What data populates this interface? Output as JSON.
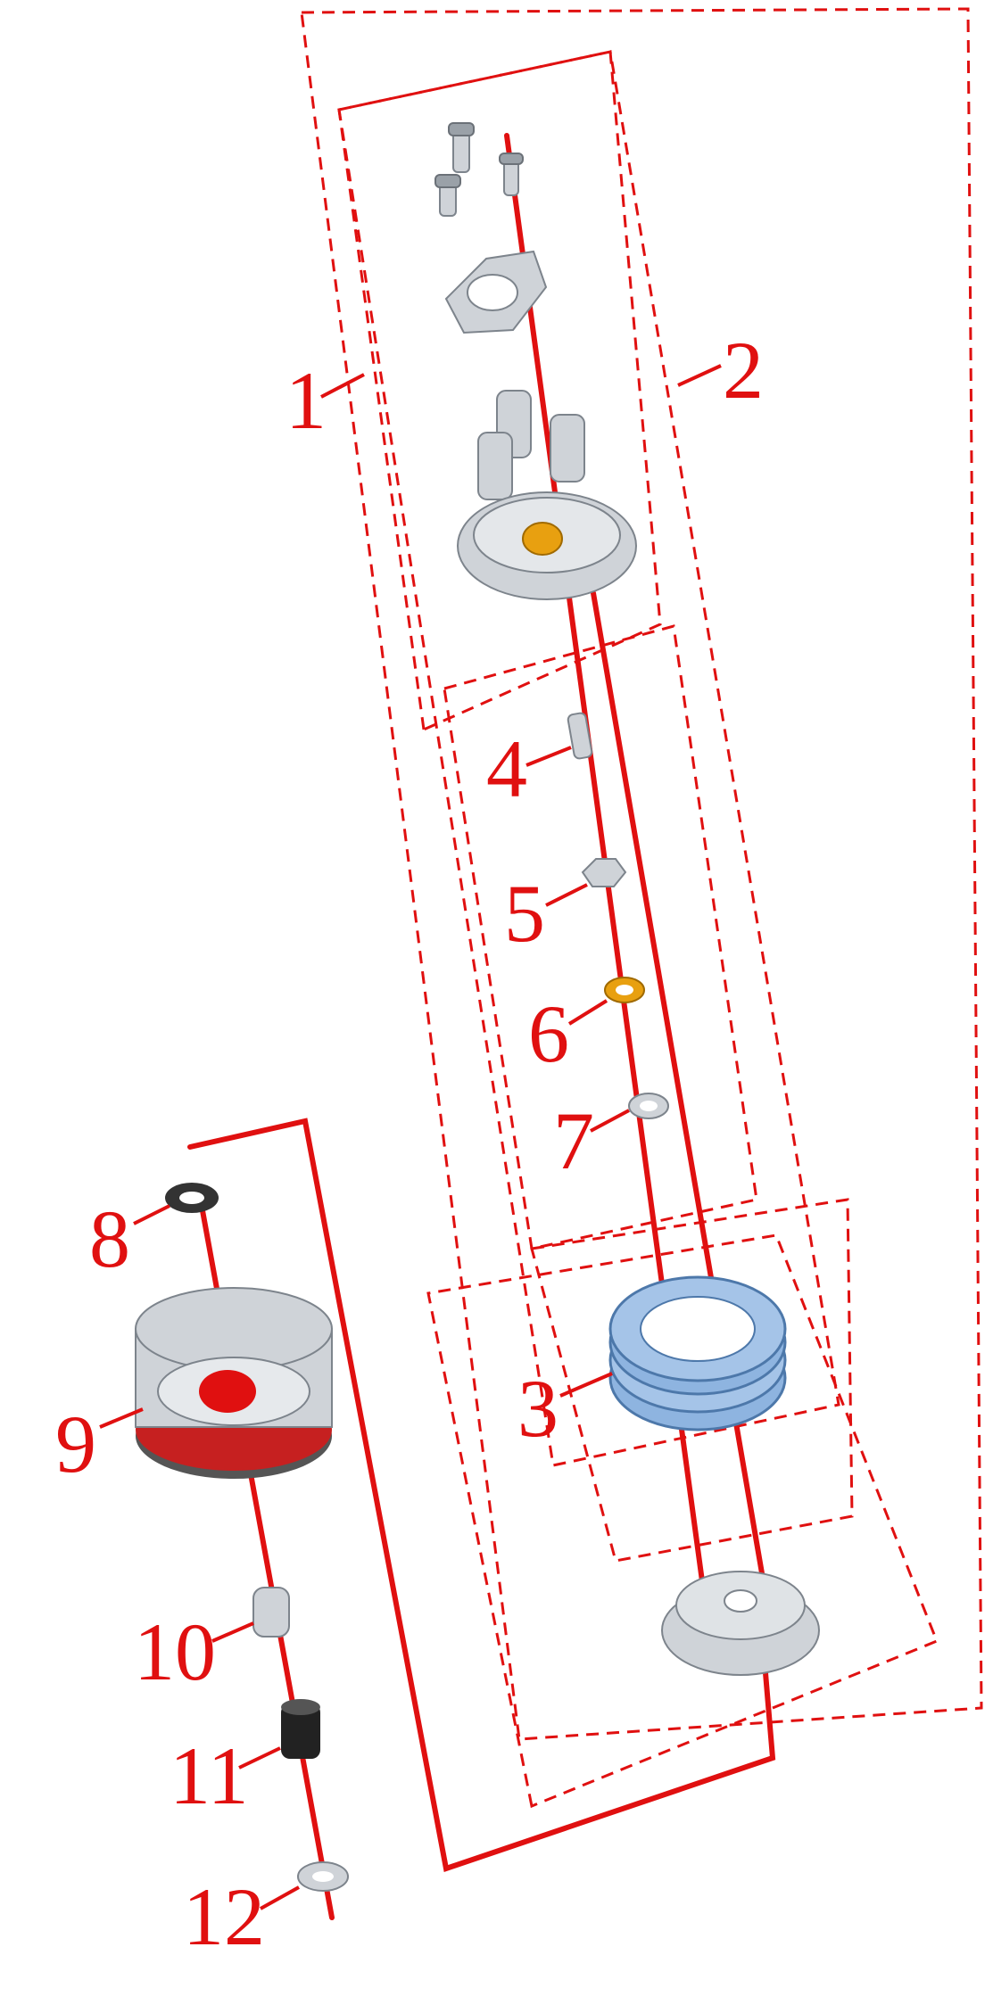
{
  "diagram": {
    "callouts": [
      {
        "id": "1",
        "label": "1"
      },
      {
        "id": "2",
        "label": "2"
      },
      {
        "id": "3",
        "label": "3"
      },
      {
        "id": "4",
        "label": "4"
      },
      {
        "id": "5",
        "label": "5"
      },
      {
        "id": "6",
        "label": "6"
      },
      {
        "id": "7",
        "label": "7"
      },
      {
        "id": "8",
        "label": "8"
      },
      {
        "id": "9",
        "label": "9"
      },
      {
        "id": "10",
        "label": "10"
      },
      {
        "id": "11",
        "label": "11"
      },
      {
        "id": "12",
        "label": "12"
      }
    ],
    "colors": {
      "line": "#e01010",
      "metal": "#cfd3d8",
      "disc": "#8eb4e0",
      "brass": "#e8a010",
      "rubber": "#333333"
    }
  }
}
